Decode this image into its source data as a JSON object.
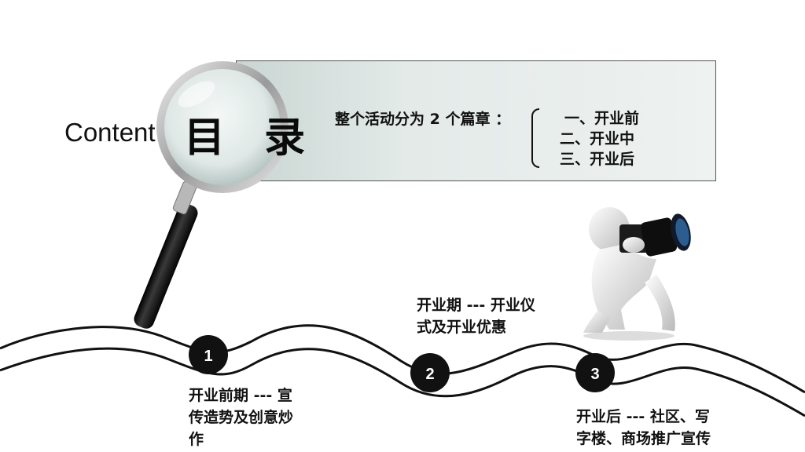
{
  "header": {
    "content_label": "Content",
    "title": "目 录"
  },
  "intro": {
    "text": "整个活动分为 2 个篇章 ："
  },
  "chapters": [
    "一、开业前",
    "二、开业中",
    "三、开业后"
  ],
  "stages": [
    {
      "number": "1",
      "line1": "开业前期 --- 宣",
      "line2": "传造势及创意炒",
      "line3": "作"
    },
    {
      "number": "2",
      "line1": "开业期 --- 开业仪",
      "line2": "式及开业优惠"
    },
    {
      "number": "3",
      "line1": "开业后 --- 社区、写",
      "line2": "字楼、商场推广宣传"
    }
  ],
  "colors": {
    "banner": "#e3eae8",
    "marker": "#111111",
    "text": "#111111"
  },
  "icons": {
    "magnifier": "magnifying-glass-icon",
    "photographer": "photographer-icon"
  }
}
